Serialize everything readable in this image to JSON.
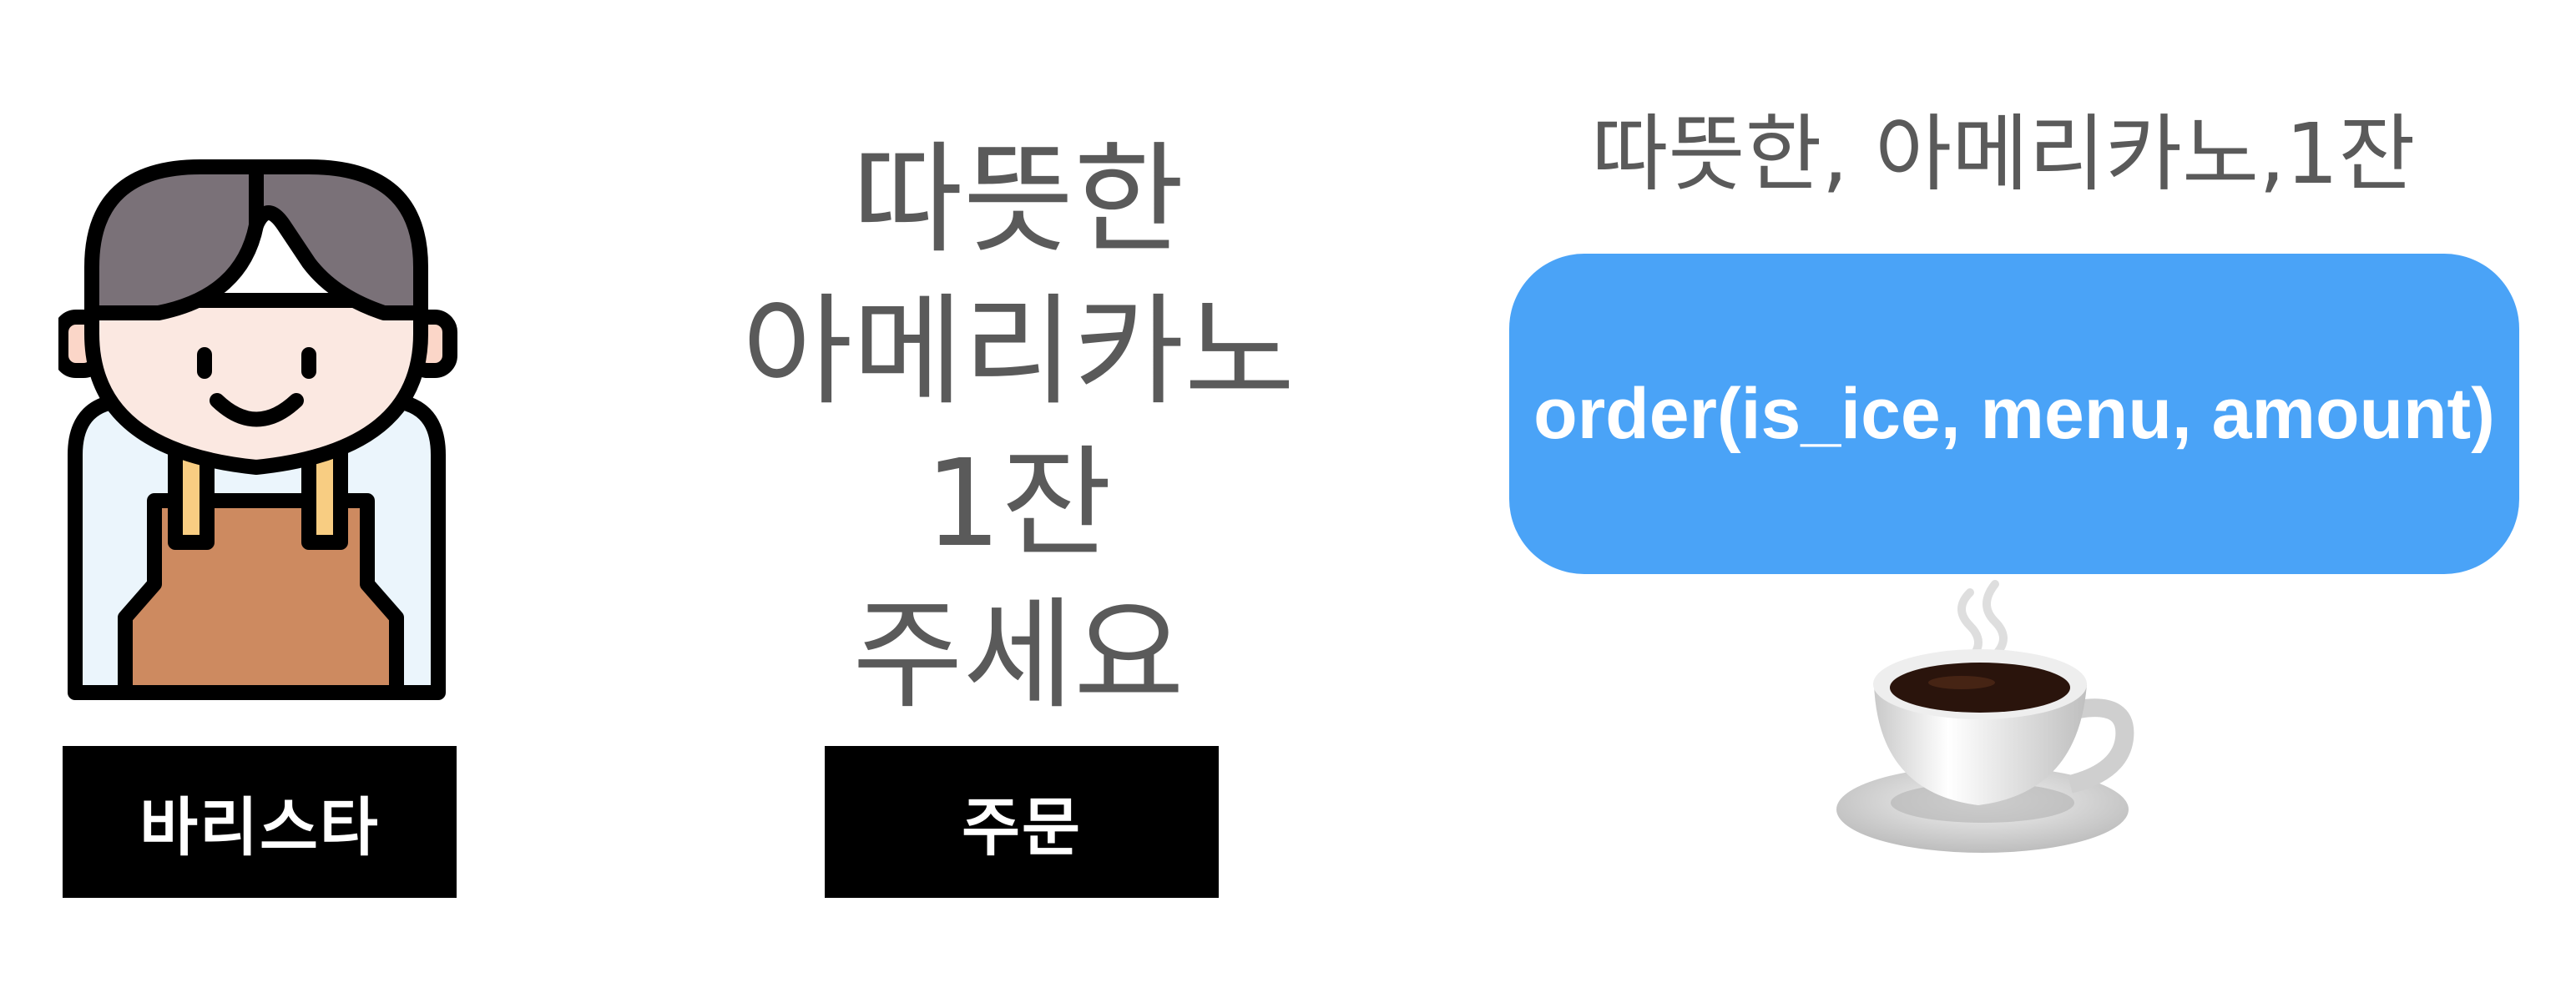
{
  "barista": {
    "label": "바리스타",
    "icon": "barista-icon"
  },
  "order": {
    "label": "주문",
    "spoken_lines": [
      "따뜻한",
      "아메리카노",
      "1잔",
      "주세요"
    ]
  },
  "parsed": {
    "text": "따뜻한, 아메리카노,1잔"
  },
  "function_call": {
    "text": "order(is_ice, menu, amount)",
    "color": "#4aa3f7"
  },
  "result": {
    "icon": "hot-coffee-icon"
  },
  "colors": {
    "text_gray": "#5a5a5a",
    "label_bg": "#000000",
    "label_text": "#ffffff",
    "hair": "#7a7178",
    "skin": "#fbe8e1",
    "apron": "#cd8a60",
    "strap": "#f8cd82",
    "shirt": "#ebf5fc"
  }
}
